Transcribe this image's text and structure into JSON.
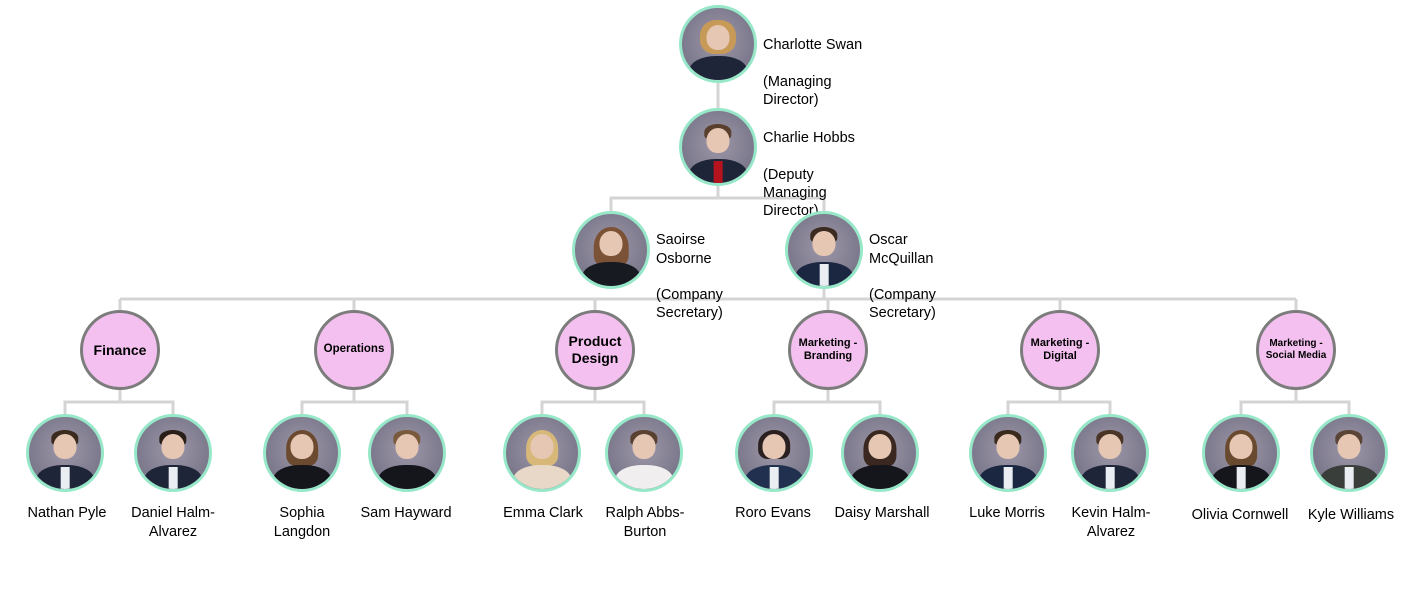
{
  "colors": {
    "connector": "#d4d4d4",
    "photo_ring": "#96e8c8",
    "department_fill": "#f4c0f0",
    "department_ring": "#7c7c7c"
  },
  "leaders": [
    {
      "name": "Charlotte Swan",
      "role": "(Managing\nDirector)"
    },
    {
      "name": "Charlie Hobbs",
      "role": "(Deputy\nManaging\nDirector)"
    },
    {
      "name": "Saoirse\nOsborne",
      "role": "(Company\nSecretary)"
    },
    {
      "name": "Oscar\nMcQuillan",
      "role": "(Company\nSecretary)"
    }
  ],
  "departments": [
    {
      "label": "Finance",
      "members": [
        "Nathan Pyle",
        "Daniel Halm-\nAlvarez"
      ]
    },
    {
      "label": "Operations",
      "members": [
        "Sophia\nLangdon",
        "Sam Hayward"
      ]
    },
    {
      "label": "Product\nDesign",
      "members": [
        "Emma Clark",
        "Ralph Abbs-\nBurton"
      ]
    },
    {
      "label": "Marketing -\nBranding",
      "members": [
        "Roro Evans",
        "Daisy Marshall"
      ]
    },
    {
      "label": "Marketing -\nDigital",
      "members": [
        "Luke Morris",
        "Kevin Halm-\nAlvarez"
      ]
    },
    {
      "label": "Marketing -\nSocial Media",
      "members": [
        "Olivia Cornwell",
        "Kyle Williams"
      ]
    }
  ]
}
